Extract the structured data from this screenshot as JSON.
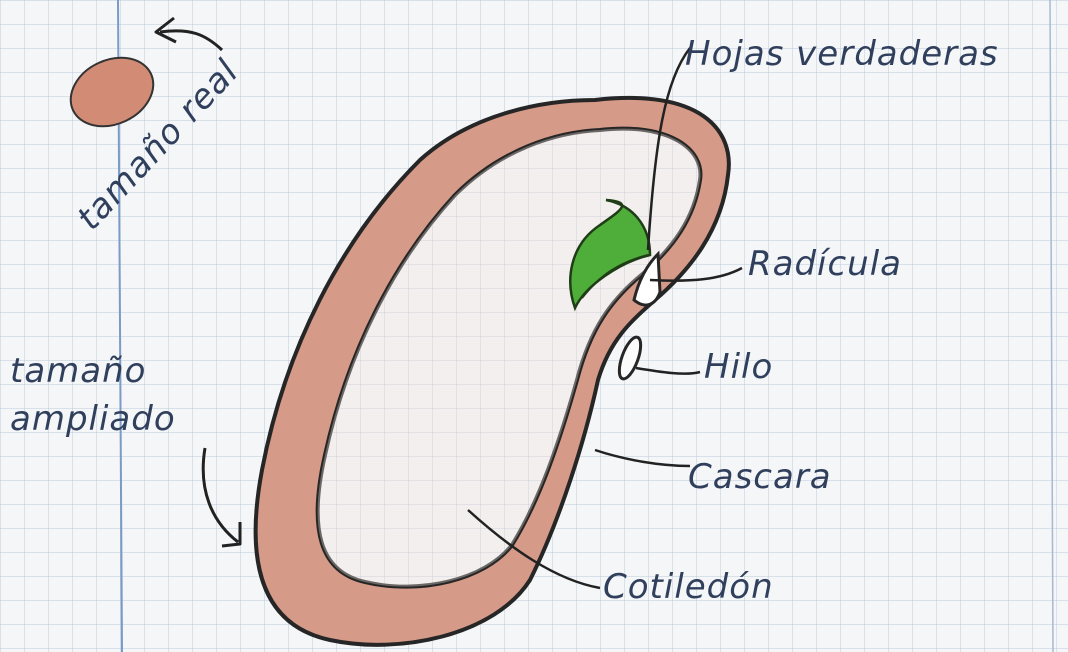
{
  "labels": {
    "real_size": "tamaño real",
    "enlarged_size_line1": "tamaño",
    "enlarged_size_line2": "ampliado",
    "true_leaves": "Hojas verdaderas",
    "radicle": "Radícula",
    "hilum": "Hilo",
    "shell": "Cascara",
    "cotyledon": "Cotiledón"
  },
  "colors": {
    "paper": "#f4f6f8",
    "grid": "#bcc9dc",
    "margin_line": "#7a9ac7",
    "bean_fill": "#d59a88",
    "bean_outline": "#262626",
    "leaf": "#4fae3a",
    "ink": "#2f3f5c"
  }
}
